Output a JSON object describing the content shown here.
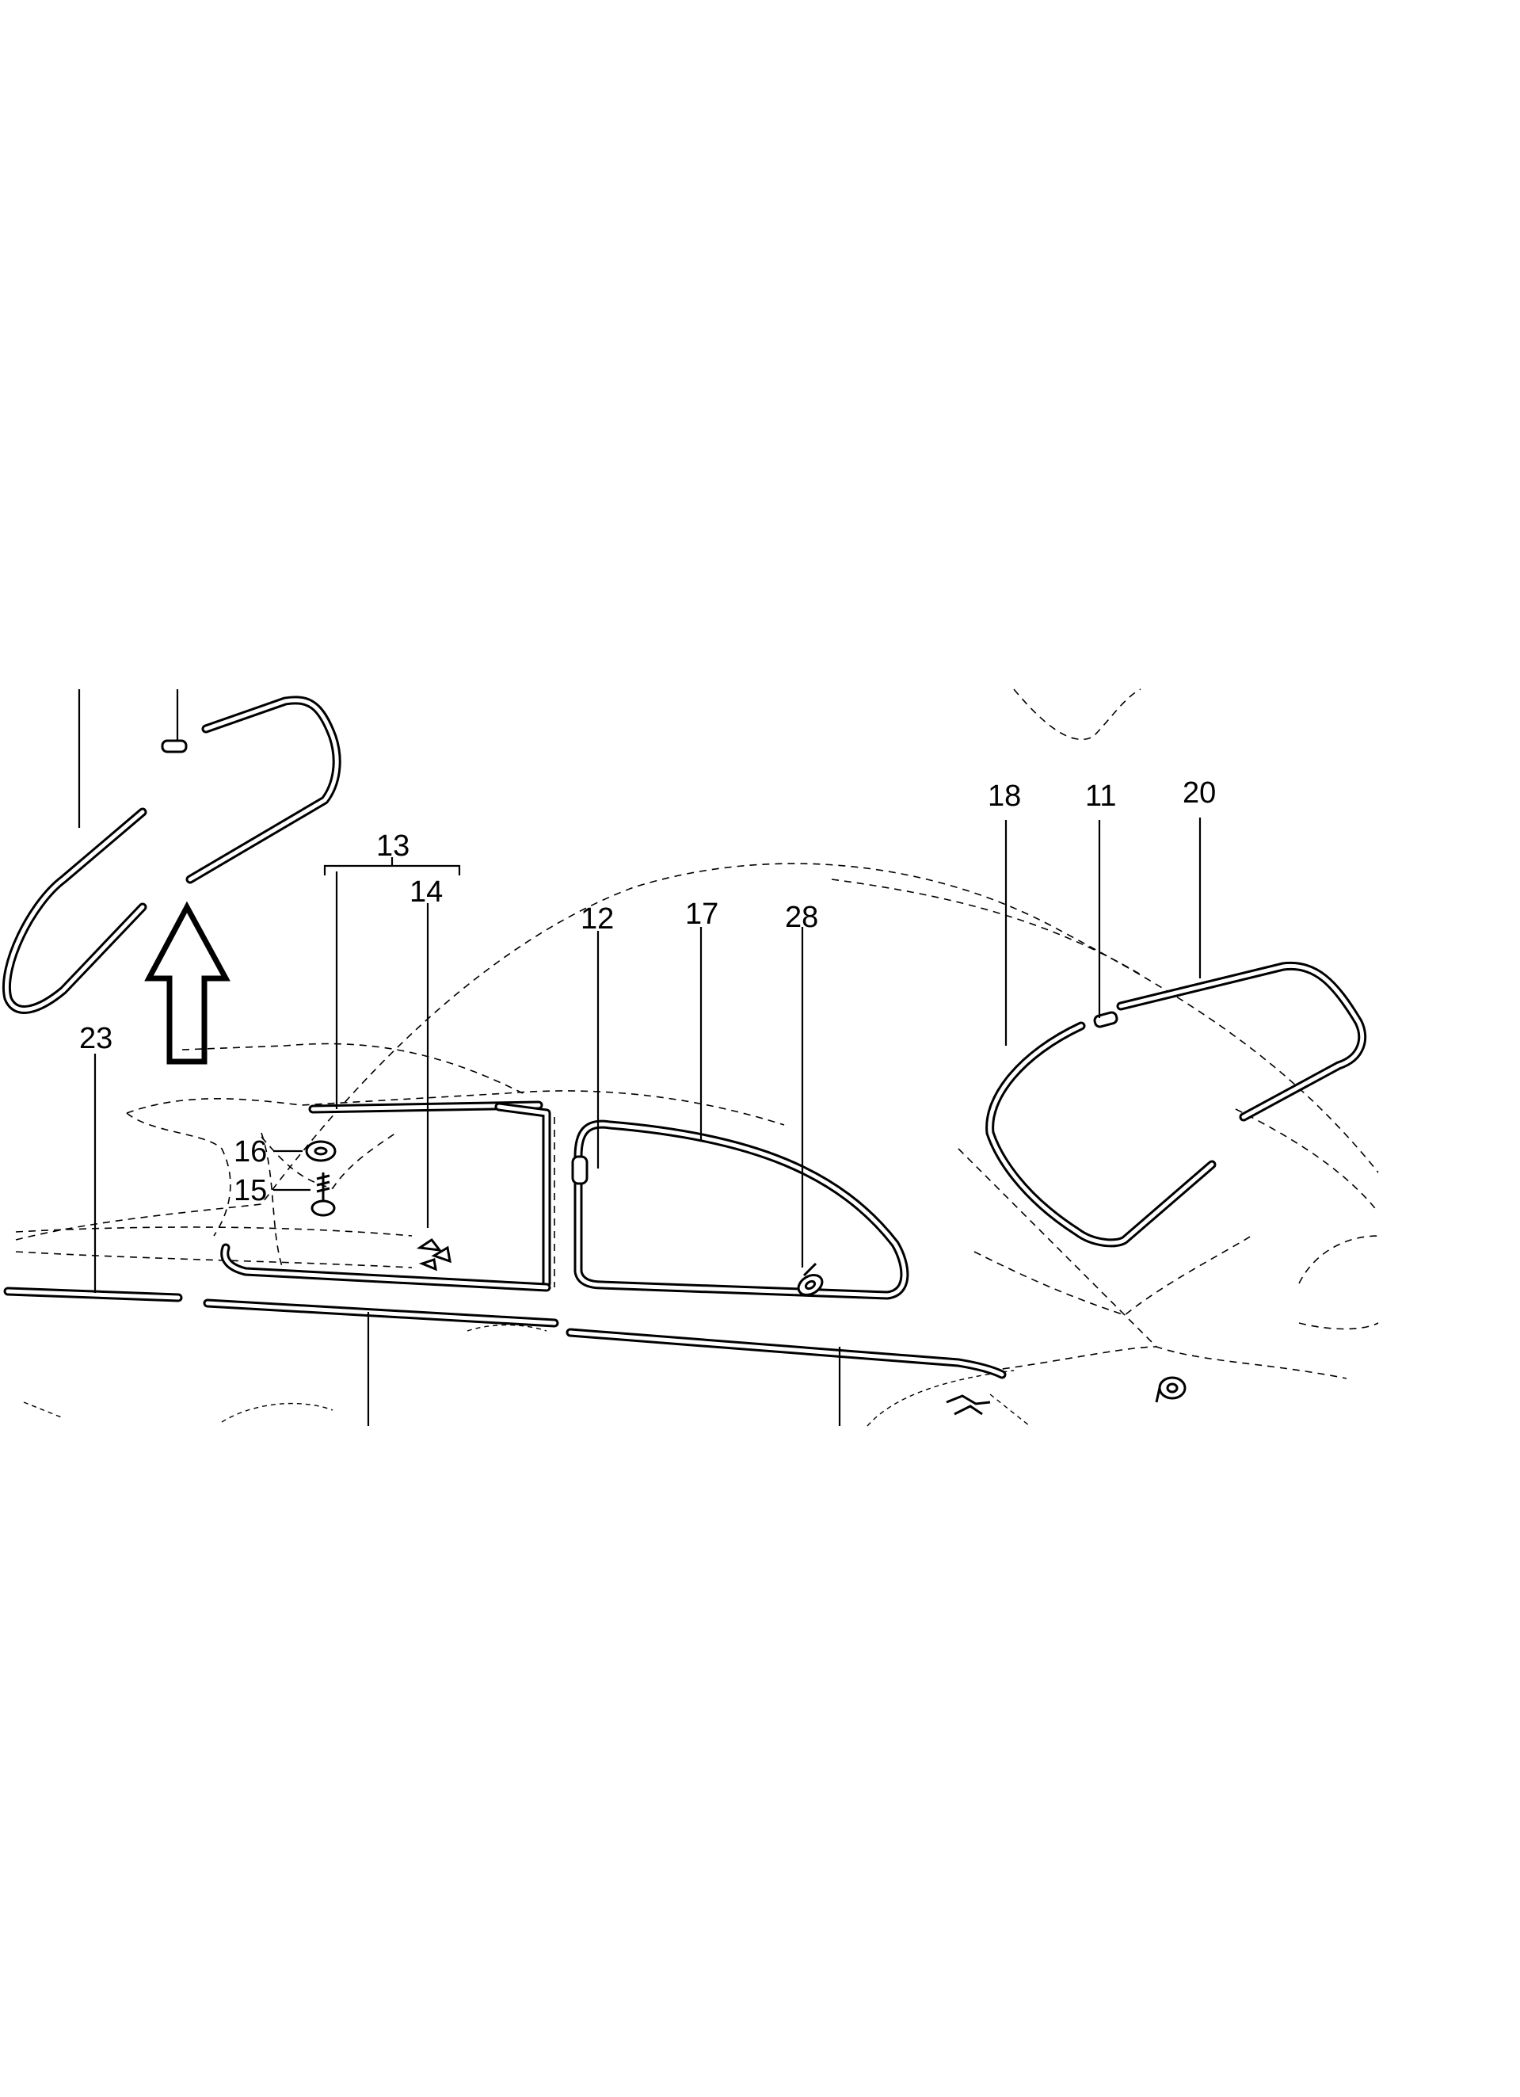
{
  "diagram": {
    "callouts": {
      "c11": "11",
      "c12": "12",
      "c13": "13",
      "c14": "14",
      "c15": "15",
      "c16": "16",
      "c17": "17",
      "c18": "18",
      "c20": "20",
      "c23": "23",
      "c28": "28"
    },
    "line_color": "#000000",
    "background_color": "#ffffff"
  }
}
